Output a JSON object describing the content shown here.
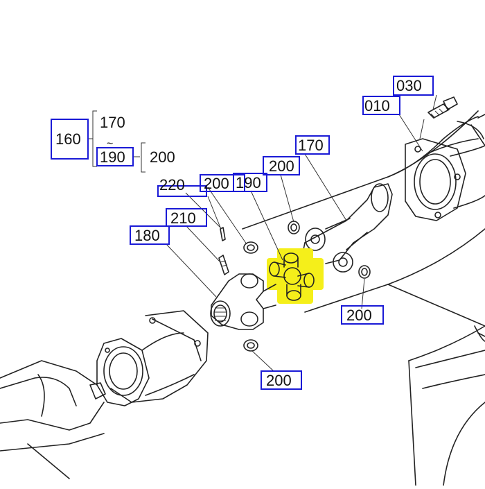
{
  "diagram": {
    "highlight_color": "#f5ef1a",
    "label_box_color": "#1a1ad6",
    "labels": {
      "p030": "030",
      "p010": "010",
      "p160": "160",
      "p170_tree": "170",
      "tilde": "~",
      "p190_tree": "190",
      "p200_tree": "200",
      "p220": "220",
      "p200_a": "200",
      "p190": "190",
      "p200_b": "200",
      "p170": "170",
      "p210": "210",
      "p180": "180",
      "p200_right": "200",
      "p200_bottom": "200"
    }
  }
}
